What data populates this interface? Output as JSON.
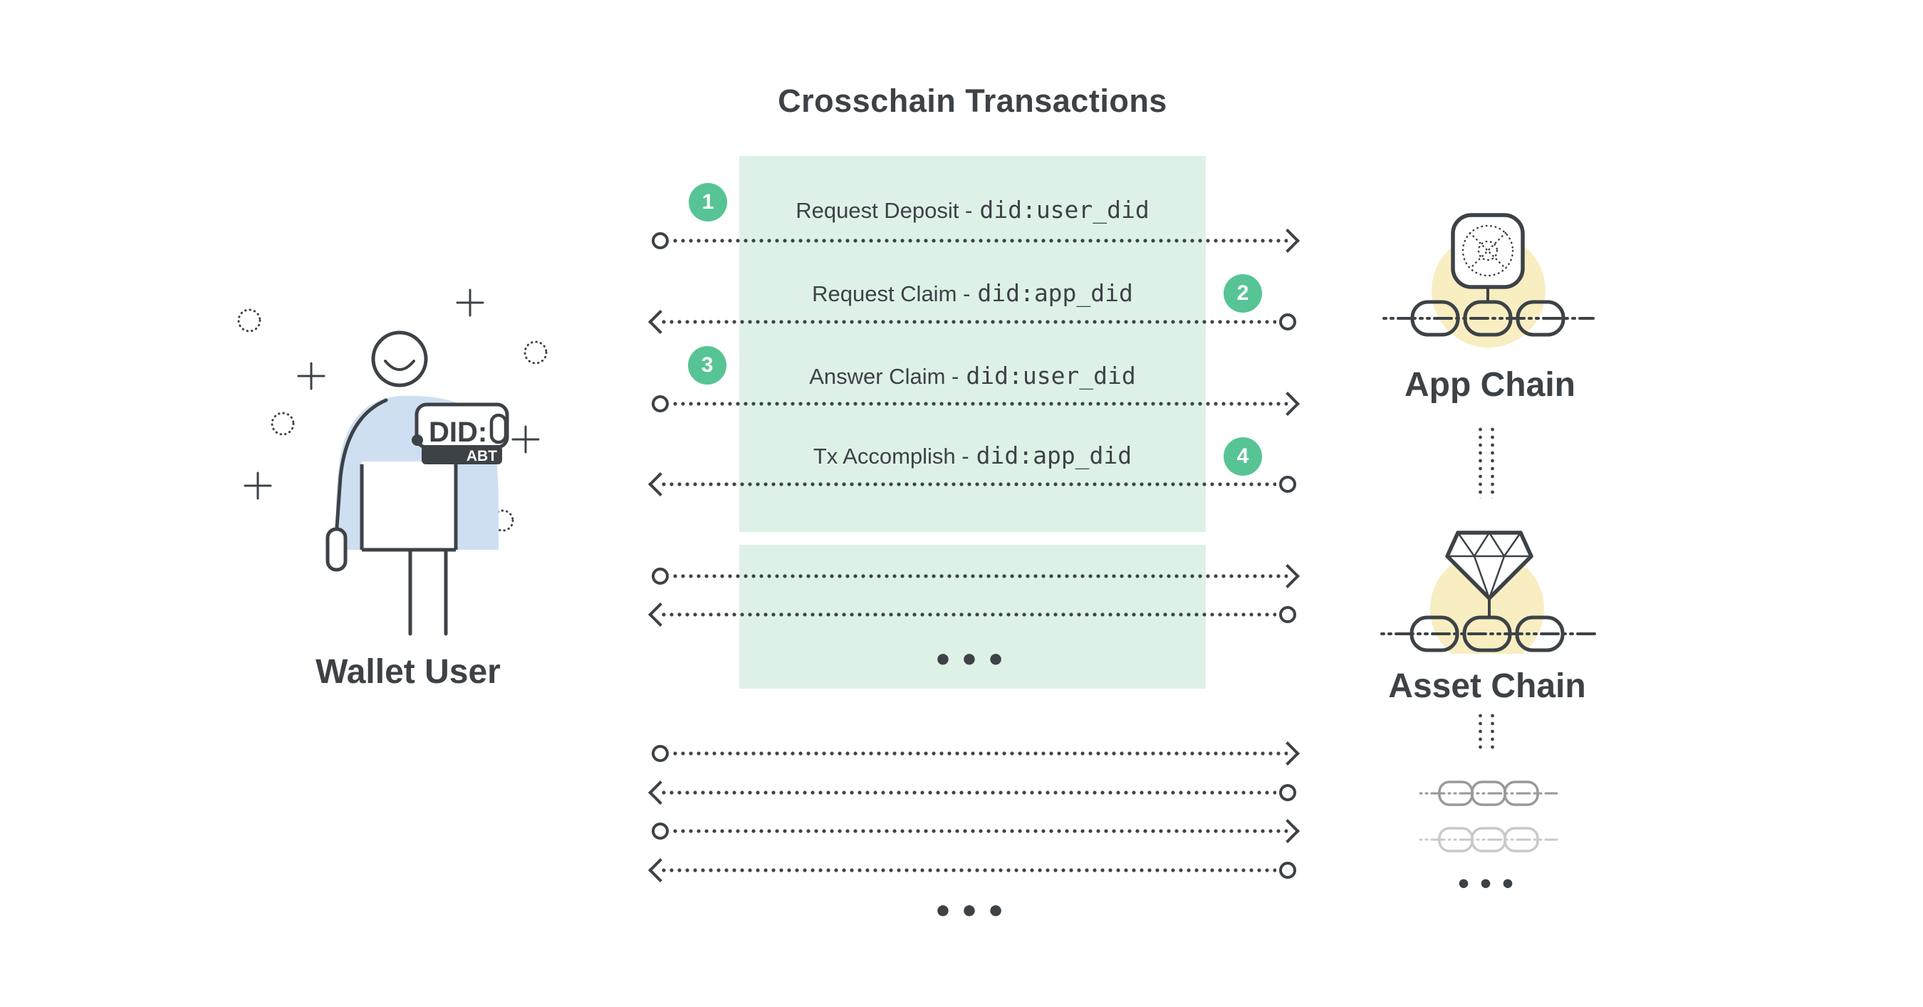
{
  "title": "Crosschain Transactions",
  "colors": {
    "ink": "#3d4247",
    "panel_green": "#def1e7",
    "badge_green": "#57c495",
    "halo_yellow": "#f8eec1",
    "body_blue": "#cfdff2",
    "chain_gray_medium": "#97999b",
    "chain_gray_light": "#c7c9cb",
    "background": "#ffffff"
  },
  "wallet_user": {
    "label": "Wallet User",
    "card_text": "DID:",
    "card_badge": "ABT"
  },
  "sequence": {
    "messages": [
      {
        "step": "1",
        "badge_side": "left",
        "direction": "right",
        "text": "Request Deposit -",
        "code": "did:user_did"
      },
      {
        "step": "2",
        "badge_side": "right",
        "direction": "left",
        "text": "Request Claim -",
        "code": "did:app_did"
      },
      {
        "step": "3",
        "badge_side": "left",
        "direction": "right",
        "text": "Answer Claim -",
        "code": "did:user_did"
      },
      {
        "step": "4",
        "badge_side": "right",
        "direction": "left",
        "text": "Tx Accomplish -",
        "code": "did:app_did"
      }
    ],
    "more_indicator": "•••"
  },
  "chains": {
    "app_chain": {
      "label": "App Chain"
    },
    "asset_chain": {
      "label": "Asset Chain"
    },
    "more_indicator": "•••"
  }
}
